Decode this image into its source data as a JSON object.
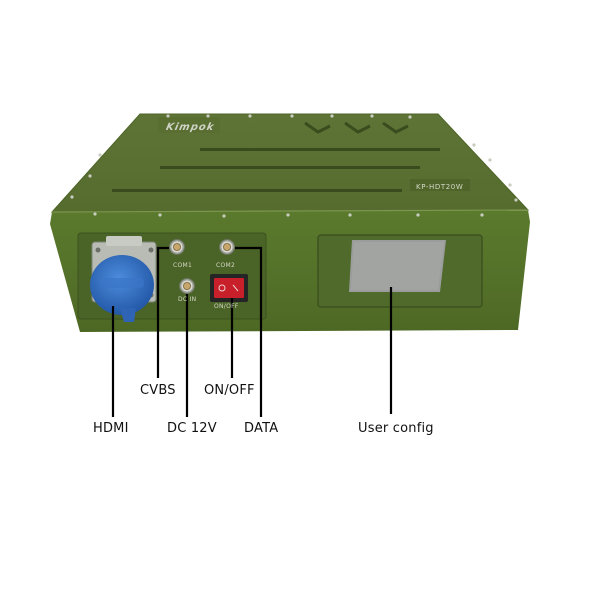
{
  "product": {
    "brand": "Kimpok",
    "model": "KP-HDT20W",
    "body_color": "#5b7532",
    "panel_color": "#4a6128"
  },
  "front_panel": {
    "port_labels": {
      "com1": "COM1",
      "com2": "COM2",
      "dc_in": "DC IN",
      "on_off": "ON/OFF"
    },
    "switch_color": "#c8202a",
    "hdmi_cap_color": "#2f6fc4"
  },
  "callouts": [
    {
      "id": "hdmi",
      "label": "HDMI"
    },
    {
      "id": "cvbs",
      "label": "CVBS"
    },
    {
      "id": "dc12v",
      "label": "DC 12V"
    },
    {
      "id": "onoff",
      "label": "ON/OFF"
    },
    {
      "id": "data",
      "label": "DATA"
    },
    {
      "id": "user_config",
      "label": "User config"
    }
  ]
}
